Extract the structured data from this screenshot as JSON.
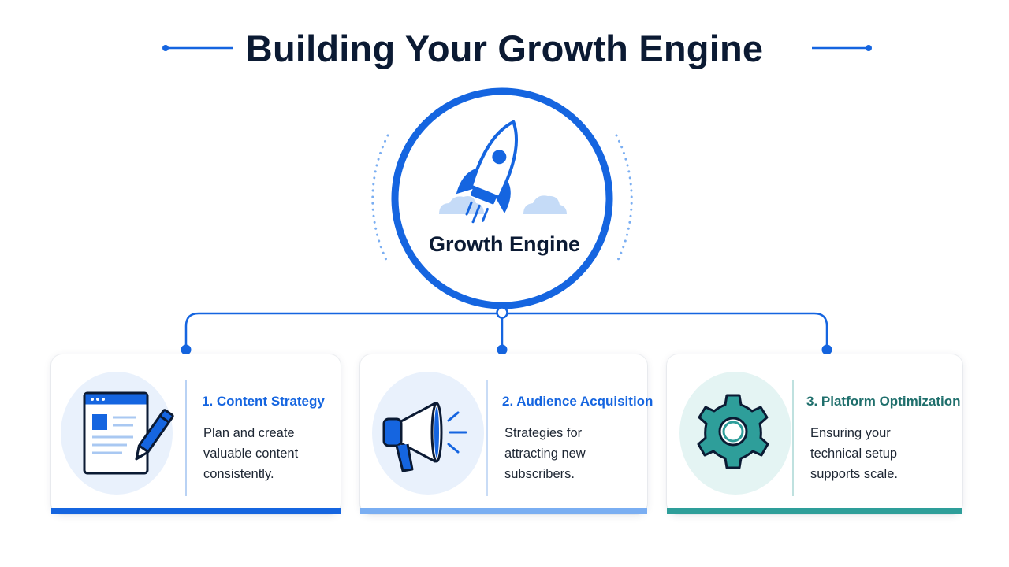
{
  "title": "Building Your Growth Engine",
  "hub": {
    "label": "Growth Engine",
    "icon": "rocket-icon"
  },
  "colors": {
    "primary_blue": "#1565e0",
    "light_blue": "#7aaef2",
    "teal": "#2e9e9a",
    "title_dark": "#0b1a33"
  },
  "cards": [
    {
      "title": "1. Content Strategy",
      "description": "Plan and create valuable content consistently.",
      "icon": "document-pen-icon",
      "accent": "#1565e0"
    },
    {
      "title": "2. Audience Acquisition",
      "description": "Strategies for attracting new subscribers.",
      "icon": "megaphone-icon",
      "accent": "#7aaef2"
    },
    {
      "title": "3. Platform Optimization",
      "description": "Ensuring your technical setup supports scale.",
      "icon": "gear-icon",
      "accent": "#2e9e9a"
    }
  ]
}
